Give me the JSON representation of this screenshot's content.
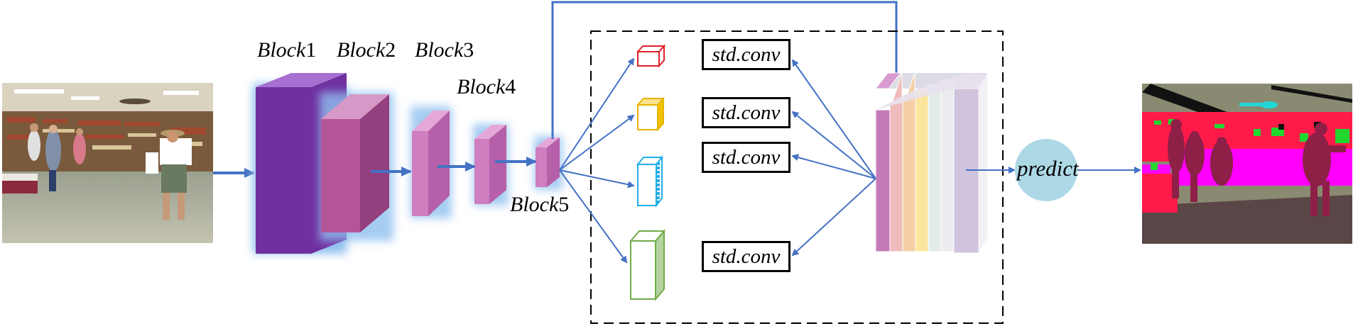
{
  "blocks": [
    {
      "name": "Block",
      "num": "1"
    },
    {
      "name": "Block",
      "num": "2"
    },
    {
      "name": "Block",
      "num": "3"
    },
    {
      "name": "Block",
      "num": "4"
    },
    {
      "name": "Block",
      "num": "5"
    }
  ],
  "conv_labels": [
    "std.conv",
    "std.conv",
    "std.conv",
    "std.conv"
  ],
  "predict_label": "predict",
  "colors": {
    "arrow": "#4472c4",
    "block1": "#7030a0",
    "block2": "#b4559a",
    "small_block": "#cf7ec0",
    "glow": "#8fc0ef",
    "pool_red": "#e0202a",
    "pool_yellow": "#f2c200",
    "pool_cyan": "#22aee6",
    "pool_green": "#70ad47",
    "predict_circle": "#add8e6",
    "concat_layers": [
      "#c47ab8",
      "#efbbbb",
      "#f5cfa8",
      "#fbe69d",
      "#e4ecea",
      "#ececf0",
      "#cfc3dd"
    ]
  }
}
